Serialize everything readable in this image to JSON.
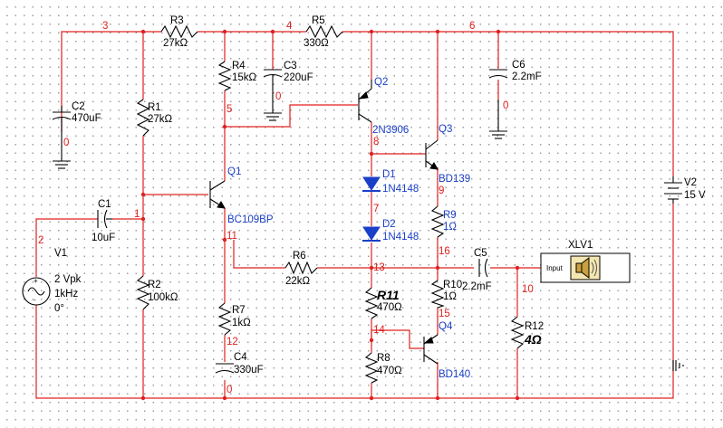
{
  "nets": {
    "n0_c2": "0",
    "n0_c3": "0",
    "n0_c6": "0",
    "n0_gnd": "0",
    "n1": "1",
    "n2": "2",
    "n3": "3",
    "n4": "4",
    "n5": "5",
    "n6": "6",
    "n7": "7",
    "n8": "8",
    "n9": "9",
    "n10": "10",
    "n11": "11",
    "n12": "12",
    "n13": "13",
    "n14": "14",
    "n15": "15",
    "n16": "16"
  },
  "components": {
    "R1": {
      "ref": "R1",
      "value": "27kΩ"
    },
    "R2": {
      "ref": "R2",
      "value": "100kΩ"
    },
    "R3": {
      "ref": "R3",
      "value": "27kΩ"
    },
    "R4": {
      "ref": "R4",
      "value": "15kΩ"
    },
    "R5": {
      "ref": "R5",
      "value": "330Ω"
    },
    "R6": {
      "ref": "R6",
      "value": "22kΩ"
    },
    "R7": {
      "ref": "R7",
      "value": "1kΩ"
    },
    "R8": {
      "ref": "R8",
      "value": "470Ω"
    },
    "R9": {
      "ref": "R9",
      "value": "1Ω"
    },
    "R10": {
      "ref": "R10",
      "value": "1Ω"
    },
    "R11": {
      "ref": "R11",
      "value": "470Ω"
    },
    "R12": {
      "ref": "R12",
      "value": "4Ω"
    },
    "C1": {
      "ref": "C1",
      "value": "10uF"
    },
    "C2": {
      "ref": "C2",
      "value": "470uF"
    },
    "C3": {
      "ref": "C3",
      "value": "220uF"
    },
    "C4": {
      "ref": "C4",
      "value": "330uF"
    },
    "C5": {
      "ref": "C5",
      "value": "2.2mF"
    },
    "C6": {
      "ref": "C6",
      "value": "2.2mF"
    },
    "Q1": {
      "ref": "Q1",
      "model": "BC109BP"
    },
    "Q2": {
      "ref": "Q2",
      "model": "2N3906"
    },
    "Q3": {
      "ref": "Q3",
      "model": "BD139"
    },
    "Q4": {
      "ref": "Q4",
      "model": "BD140"
    },
    "D1": {
      "ref": "D1",
      "model": "1N4148"
    },
    "D2": {
      "ref": "D2",
      "model": "1N4148"
    },
    "V1": {
      "ref": "V1",
      "amp": "2 Vpk",
      "freq": "1kHz",
      "phase": "0°"
    },
    "V2": {
      "ref": "V2",
      "value": "15 V"
    },
    "XLV1": {
      "ref": "XLV1",
      "input": "Input"
    }
  },
  "colors": {
    "wire": "#e0201f",
    "component": "#000000",
    "label_blue": "#1a3fc8",
    "grid_dot": "#9a9a9a"
  }
}
